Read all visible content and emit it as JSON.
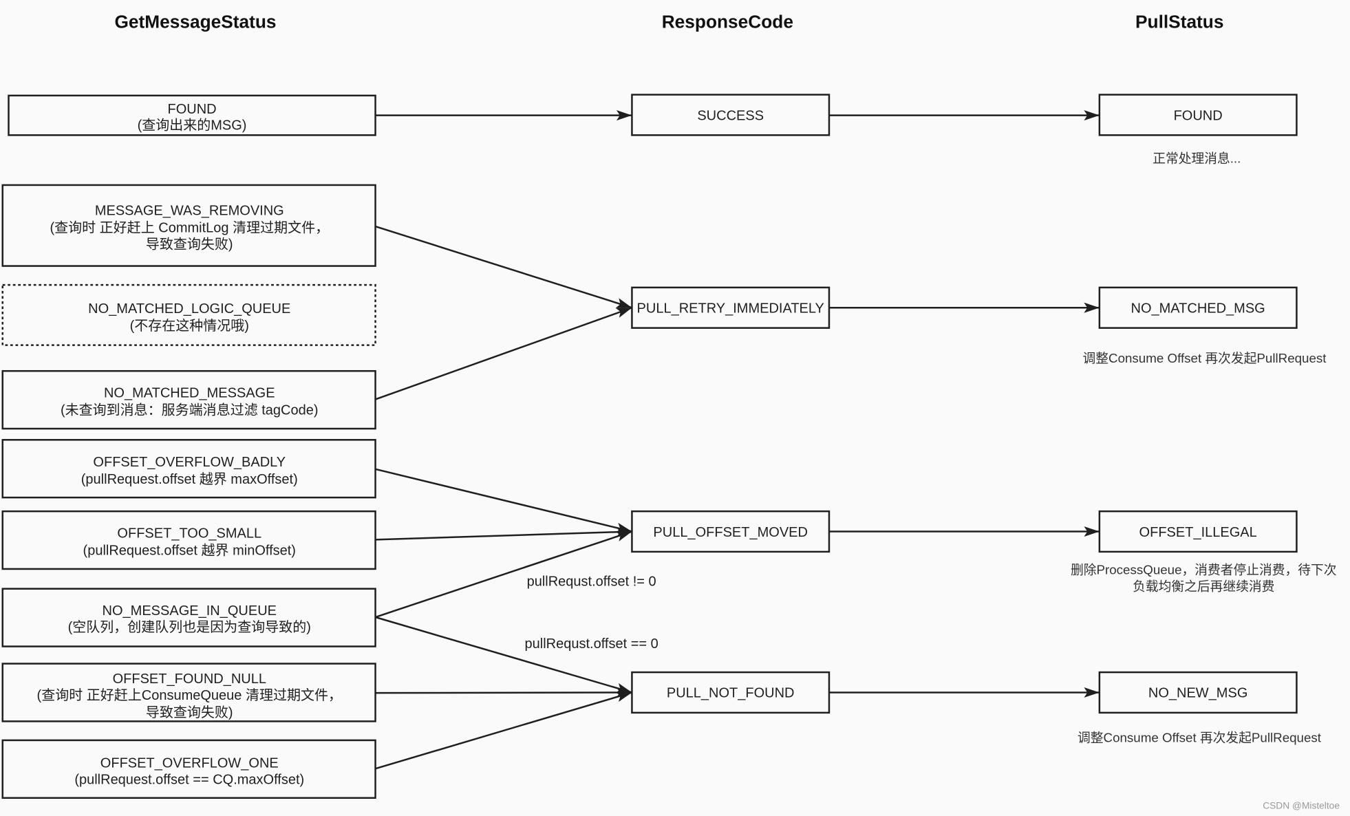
{
  "headers": {
    "get_message_status": "GetMessageStatus",
    "response_code": "ResponseCode",
    "pull_status": "PullStatus"
  },
  "get_message_status": [
    {
      "name": "FOUND",
      "desc": [
        "(查询出来的MSG)"
      ]
    },
    {
      "name": "MESSAGE_WAS_REMOVING",
      "desc": [
        "(查询时 正好赶上 CommitLog 清理过期文件，",
        "导致查询失败)"
      ]
    },
    {
      "name": "NO_MATCHED_LOGIC_QUEUE",
      "desc": [
        "(不存在这种情况哦)"
      ]
    },
    {
      "name": "NO_MATCHED_MESSAGE",
      "desc": [
        "(未查询到消息：服务端消息过滤 tagCode)"
      ]
    },
    {
      "name": "OFFSET_OVERFLOW_BADLY",
      "desc": [
        "(pullRequest.offset 越界 maxOffset)"
      ]
    },
    {
      "name": "OFFSET_TOO_SMALL",
      "desc": [
        "(pullRequest.offset 越界 minOffset)"
      ]
    },
    {
      "name": "NO_MESSAGE_IN_QUEUE",
      "desc": [
        "(空队列，创建队列也是因为查询导致的)"
      ]
    },
    {
      "name": "OFFSET_FOUND_NULL",
      "desc": [
        "(查询时 正好赶上ConsumeQueue 清理过期文件，",
        "导致查询失败)"
      ]
    },
    {
      "name": "OFFSET_OVERFLOW_ONE",
      "desc": [
        "(pullRequest.offset == CQ.maxOffset)"
      ]
    }
  ],
  "response_code": [
    {
      "name": "SUCCESS"
    },
    {
      "name": "PULL_RETRY_IMMEDIATELY"
    },
    {
      "name": "PULL_OFFSET_MOVED"
    },
    {
      "name": "PULL_NOT_FOUND"
    }
  ],
  "pull_status": [
    {
      "name": "FOUND",
      "note": [
        "正常处理消息..."
      ]
    },
    {
      "name": "NO_MATCHED_MSG",
      "note": [
        "调整Consume Offset 再次发起PullRequest"
      ]
    },
    {
      "name": "OFFSET_ILLEGAL",
      "note": [
        "删除ProcessQueue，消费者停止消费，待下次",
        "负载均衡之后再继续消费"
      ]
    },
    {
      "name": "NO_NEW_MSG",
      "note": [
        "调整Consume Offset 再次发起PullRequest"
      ]
    }
  ],
  "edge_labels": {
    "offset_not_zero": "pullRequst.offset != 0",
    "offset_zero": "pullRequst.offset == 0"
  },
  "watermark": "CSDN @Misteltoe"
}
